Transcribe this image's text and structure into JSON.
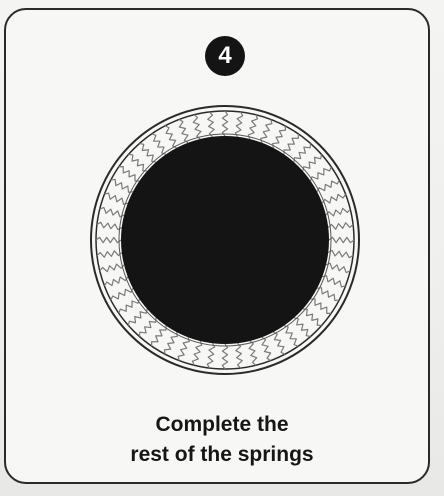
{
  "step": {
    "number": "4"
  },
  "illustration": {
    "subject": "trampoline-springs",
    "mat_color": "#141414",
    "frame_color": "#2a2a2a",
    "spring_color": "#7a7a7a",
    "spring_count": 52
  },
  "caption": {
    "line1": "Complete the",
    "line2": "rest of the springs"
  }
}
